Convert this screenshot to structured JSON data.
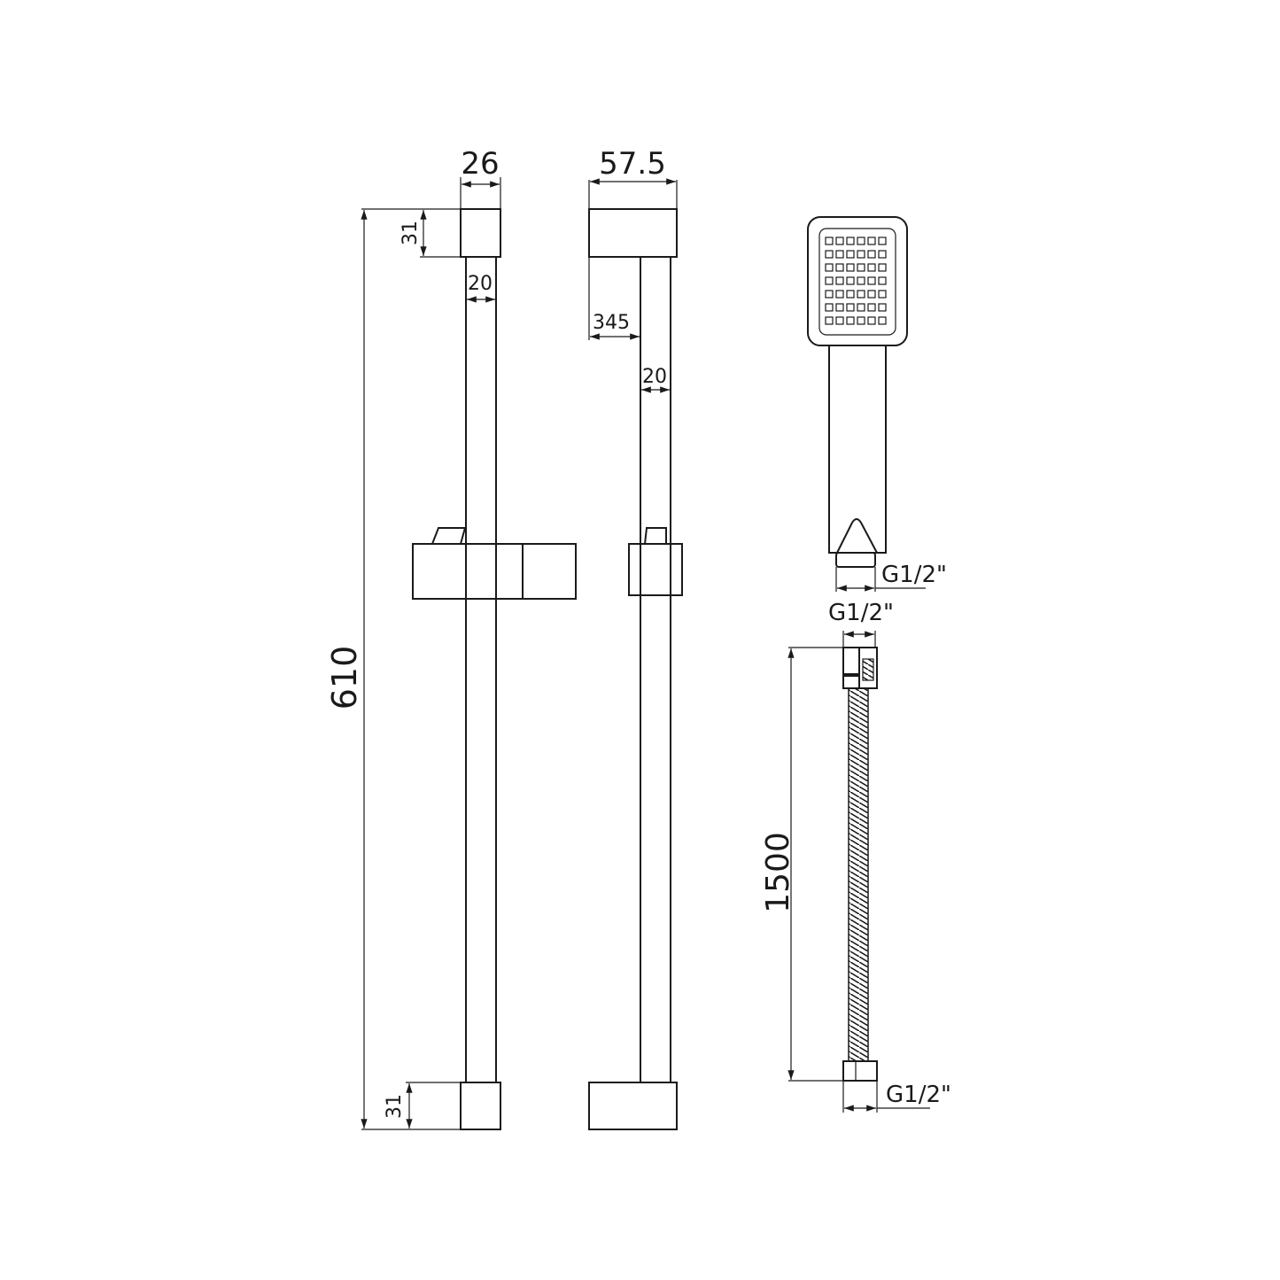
{
  "dimensions": {
    "rail_width": "26",
    "bracket_height_top": "31",
    "bracket_height_bottom": "31",
    "pole_diameter_front": "20",
    "rail_length": "610",
    "bracket_depth": "57.5",
    "wall_offset": "345",
    "pole_diameter_side": "20",
    "handset_thread": "G1/2\"",
    "hose_thread_top": "G1/2\"",
    "hose_thread_bottom": "G1/2\"",
    "hose_length": "1500"
  },
  "line_color": "#1a1a1a"
}
